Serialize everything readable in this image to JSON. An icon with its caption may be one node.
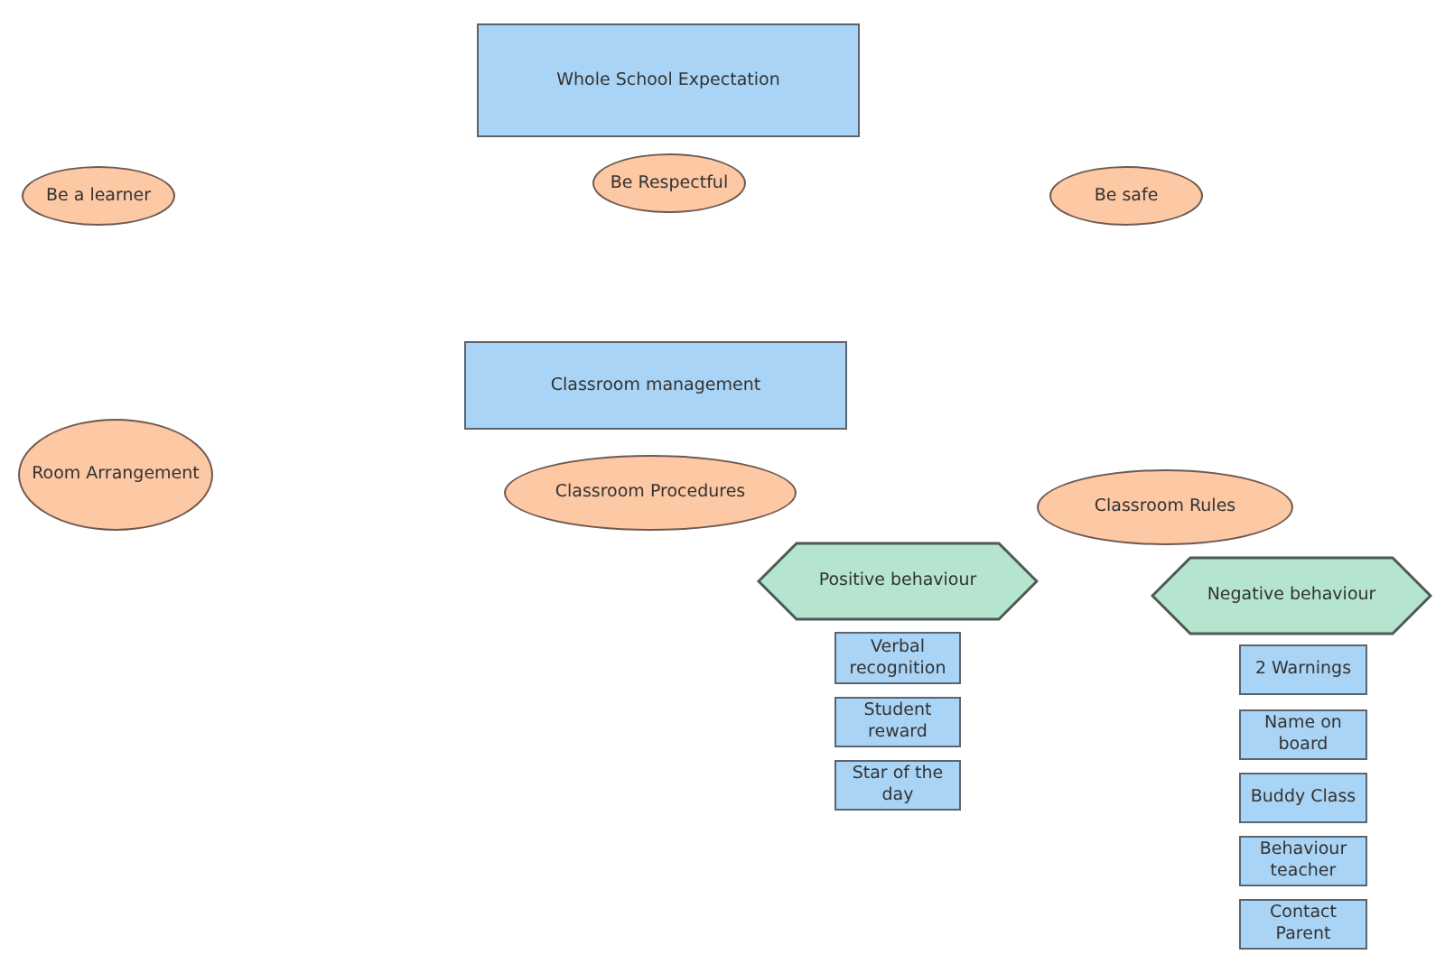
{
  "diagram": {
    "nodes": [
      {
        "text": [
          "Whole School Expectation"
        ]
      },
      {
        "text": [
          "Be a learner"
        ]
      },
      {
        "text": [
          "Be Respectful"
        ]
      },
      {
        "text": [
          "Be safe"
        ]
      },
      {
        "text": [
          "Classroom management"
        ]
      },
      {
        "text": [
          "Room Arrangement"
        ]
      },
      {
        "text": [
          "Classroom Procedures"
        ]
      },
      {
        "text": [
          "Classroom Rules"
        ]
      },
      {
        "text": [
          "Positive behaviour"
        ]
      },
      {
        "text": [
          "Negative behaviour"
        ]
      },
      {
        "text": [
          "Verbal recognition"
        ]
      },
      {
        "text": [
          "Student reward"
        ]
      },
      {
        "text": [
          "Star of the day"
        ]
      },
      {
        "text": [
          "2 Warnings"
        ]
      },
      {
        "text": [
          "Name on board"
        ]
      },
      {
        "text": [
          "Buddy Class"
        ]
      },
      {
        "text": [
          "Behaviour teacher"
        ]
      },
      {
        "text": [
          "Contact Parent"
        ]
      }
    ]
  }
}
